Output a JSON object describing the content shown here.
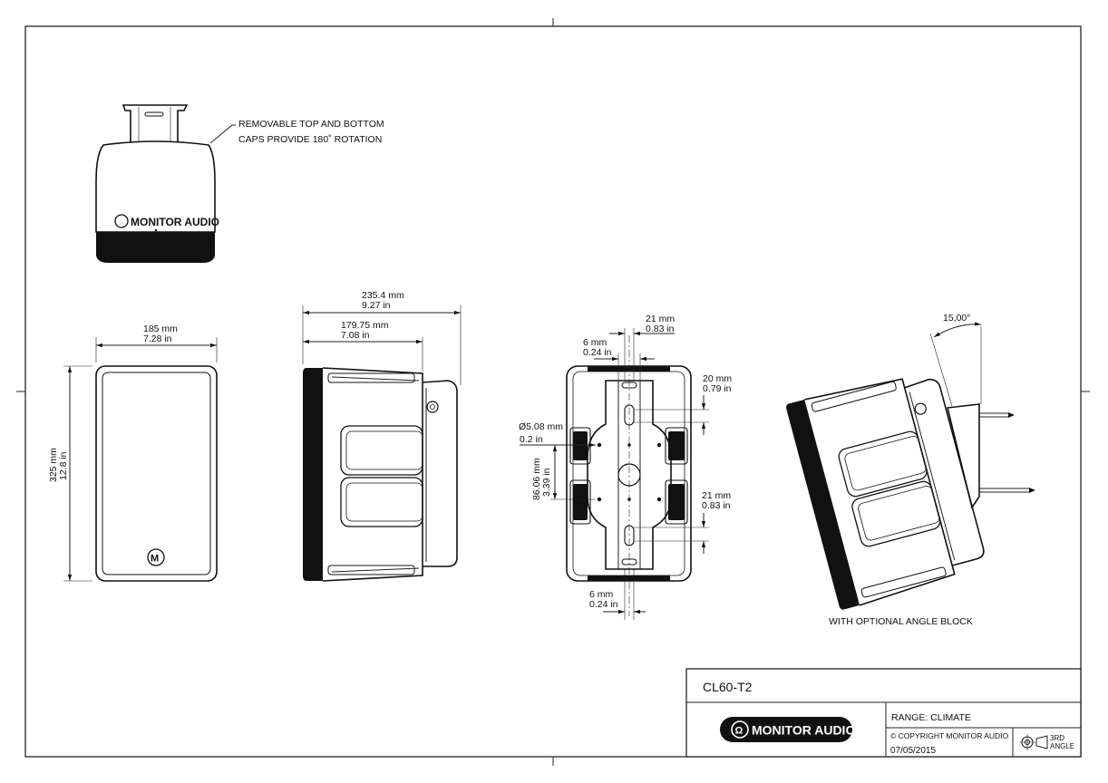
{
  "notes": {
    "caps_line1": "REMOVABLE TOP AND BOTTOM",
    "caps_line2": "CAPS PROVIDE 180˚ ROTATION",
    "angle_block": "WITH OPTIONAL ANGLE BLOCK",
    "product_logo": "MONITOR AUDIO"
  },
  "front_view": {
    "width_mm": "185 mm",
    "width_in": "7.28 in",
    "height_mm": "325 mm",
    "height_in": "12.8 in"
  },
  "side_view": {
    "overall_mm": "235.4 mm",
    "overall_in": "9.27 in",
    "depth_mm": "179.75 mm",
    "depth_in": "7.08 in"
  },
  "rear_view": {
    "top_slot_mm": "6 mm",
    "top_slot_in": "0.24 in",
    "top_spacing_mm": "21 mm",
    "top_spacing_in": "0.83 in",
    "right_top_mm": "20 mm",
    "right_top_in": "0.79 in",
    "hole_dia_mm": "Ø5.08 mm",
    "hole_dia_in": "0.2 in",
    "vert_spacing_mm": "86.06 mm",
    "vert_spacing_in": "3.39 in",
    "right_bottom_mm": "21 mm",
    "right_bottom_in": "0.83 in",
    "bottom_slot_mm": "6 mm",
    "bottom_slot_in": "0.24 in"
  },
  "angled_view": {
    "angle": "15,00°"
  },
  "title_block": {
    "model": "CL60-T2",
    "range": "RANGE: CLIMATE",
    "copyright": "© COPYRIGHT MONITOR AUDIO",
    "date": "07/05/2015",
    "brand": "MONITOR AUDIO",
    "projection_line1": "3RD",
    "projection_line2": "ANGLE"
  }
}
